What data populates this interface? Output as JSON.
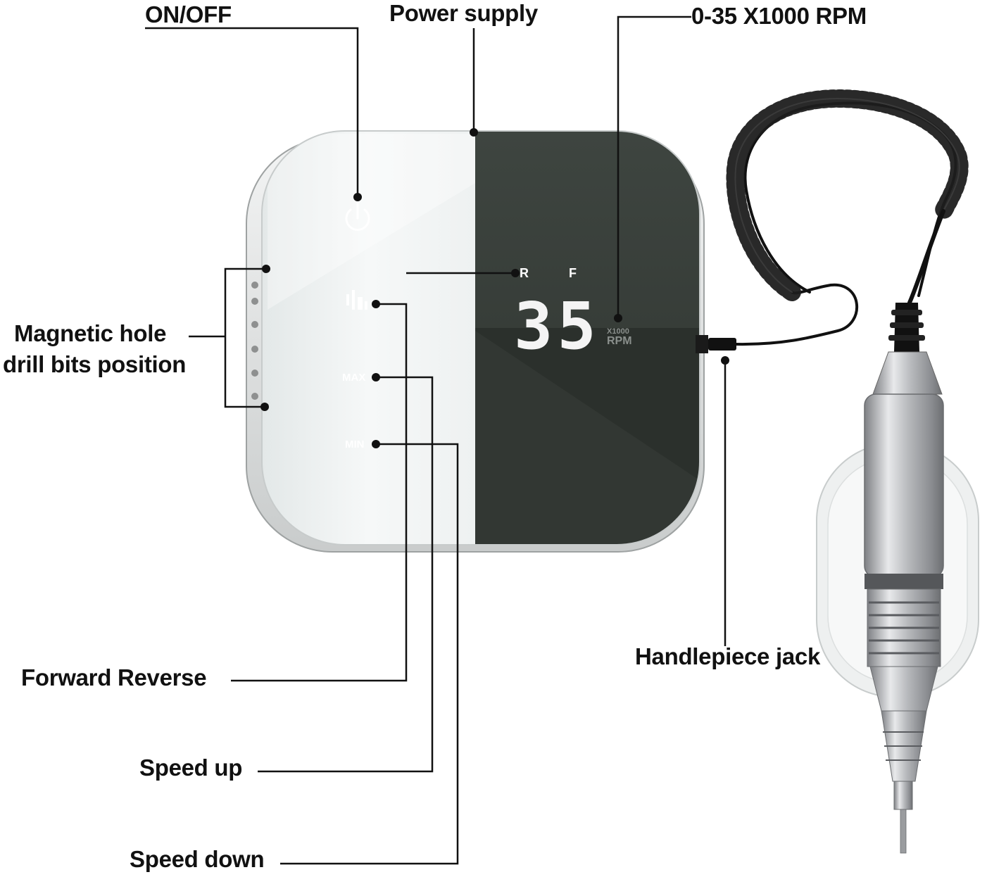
{
  "labels": {
    "on_off": "ON/OFF",
    "power_supply": "Power supply",
    "rpm_range": "0-35 X1000 RPM",
    "magnetic_line1": "Magnetic hole",
    "magnetic_line2": "drill bits position",
    "forward_reverse": "Forward Reverse",
    "speed_up": "Speed up",
    "speed_down": "Speed down",
    "handlepiece_jack": "Handlepiece jack"
  },
  "panel": {
    "reverse_indicator": "R",
    "forward_indicator": "F",
    "speed_display": "35",
    "unit_multiplier": "X1000",
    "unit_rpm": "RPM",
    "max_button": "MAX",
    "min_button": "MIN"
  },
  "icons": [
    "power-icon",
    "forward-reverse-icon"
  ],
  "colors": {
    "panel_dark": "#3a3f3b",
    "panel_light": "#eef2f2",
    "callout_line": "#111111"
  }
}
